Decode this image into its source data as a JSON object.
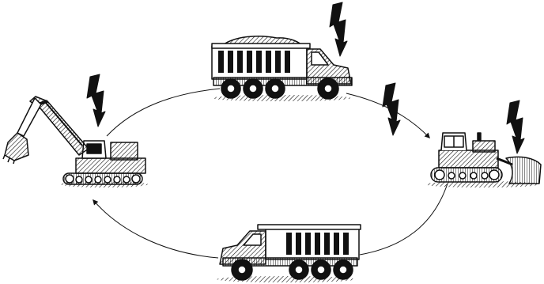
{
  "scene": {
    "ink_color": "#111111",
    "background_color": "#ffffff",
    "cycle_direction": "clockwise",
    "vehicles": [
      {
        "name": "excavator",
        "icon": "excavator-icon",
        "powered": true
      },
      {
        "name": "dump-truck-top",
        "icon": "dump-truck-icon",
        "powered": true
      },
      {
        "name": "bulldozer",
        "icon": "bulldozer-icon",
        "powered": true
      },
      {
        "name": "dump-truck-bottom",
        "icon": "dump-truck-icon",
        "powered": false
      }
    ],
    "lightning_bolt_icon": "lightning-bolt-icon",
    "lightning_bolt_count": 4
  }
}
